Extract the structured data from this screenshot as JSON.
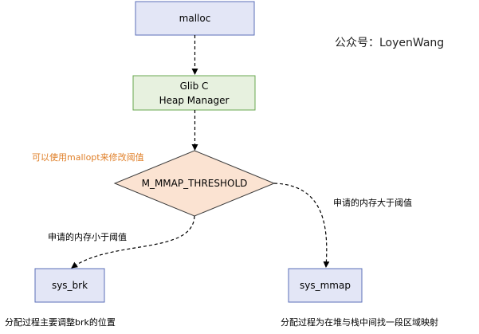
{
  "watermark": "公众号：LoyenWang",
  "nodes": {
    "malloc": "malloc",
    "glibc_line1": "Glib C",
    "glibc_line2": "Heap Manager",
    "threshold": "M_MMAP_THRESHOLD",
    "sys_brk": "sys_brk",
    "sys_mmap": "sys_mmap"
  },
  "annotations": {
    "mallopt_note": "可以使用mallopt来修改阈值",
    "small_request": "申请的内存小于阈值",
    "large_request": "申请的内存大于阈值",
    "brk_desc": "分配过程主要调整brk的位置",
    "mmap_desc": "分配过程为在堆与栈中间找一段区域映射"
  },
  "colors": {
    "blue_fill": "#e3e6f6",
    "blue_stroke": "#5b6fb8",
    "green_fill": "#e7f1df",
    "green_stroke": "#6aa84f",
    "diamond_fill": "#fbe3d2",
    "diamond_stroke": "#3b3b3b",
    "orange_text": "#e0802a"
  }
}
